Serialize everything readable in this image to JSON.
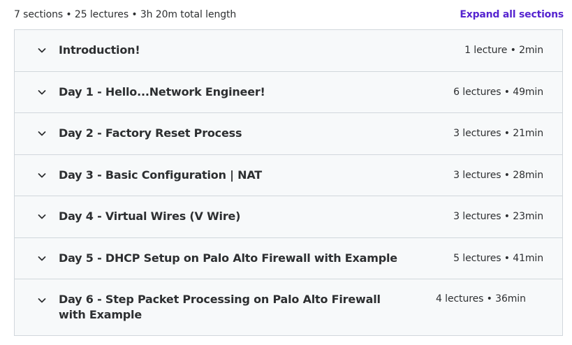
{
  "summary": {
    "text": "7 sections • 25 lectures • 3h 20m total length",
    "expand_label": "Expand all sections"
  },
  "sections": [
    {
      "title": "Introduction!",
      "meta": "1 lecture • 2min"
    },
    {
      "title": "Day 1 - Hello...Network Engineer!",
      "meta": "6 lectures • 49min"
    },
    {
      "title": "Day 2 - Factory Reset Process",
      "meta": "3 lectures • 21min"
    },
    {
      "title": "Day 3 - Basic Configuration | NAT",
      "meta": "3 lectures • 28min"
    },
    {
      "title": "Day 4 - Virtual Wires (V Wire)",
      "meta": "3 lectures • 23min"
    },
    {
      "title": "Day 5 - DHCP Setup on Palo Alto Firewall with Example",
      "meta": "5 lectures • 41min"
    },
    {
      "title": "Day 6 - Step Packet Processing on Palo Alto Firewall with Example",
      "meta": "4 lectures • 36min"
    }
  ],
  "icons": {
    "section_toggle": "chevron-down-icon"
  },
  "colors": {
    "link": "#5624d0",
    "section_bg": "#f7f9fa",
    "border": "#d1d7dc",
    "text": "#2d2f31"
  }
}
